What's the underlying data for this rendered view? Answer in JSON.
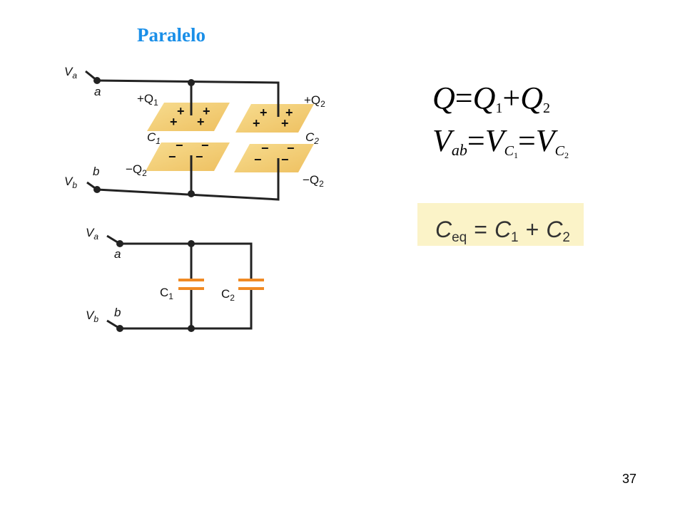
{
  "slide": {
    "title": "Paralelo",
    "page_number": "37"
  },
  "diagram": {
    "terminals": {
      "Va": {
        "symbol": "V",
        "sub": "a",
        "node": "a"
      },
      "Vb": {
        "symbol": "V",
        "sub": "b",
        "node": "b"
      }
    },
    "plates": {
      "C1": {
        "label": "C",
        "sub": "1",
        "top_charge": "+Q",
        "top_sub": "1",
        "bottom_charge": "−Q",
        "bottom_sub": "2"
      },
      "C2": {
        "label": "C",
        "sub": "2",
        "top_charge": "+Q",
        "top_sub": "2",
        "bottom_charge": "−Q",
        "bottom_sub": "2"
      }
    },
    "plus_sign": "+",
    "minus_sign": "−",
    "colors": {
      "plate": "#f3cf7a",
      "capacitor_symbol": "#f08a24",
      "wire": "#222222"
    }
  },
  "equations": {
    "q_line": {
      "lhs": "Q",
      "eq": "=",
      "t1": "Q",
      "t1_sub": "1",
      "plus": "+",
      "t2": "Q",
      "t2_sub": "2"
    },
    "v_line": {
      "lhs": "V",
      "lhs_sub": "ab",
      "eq1": "=",
      "t1": "V",
      "t1_sub": "C",
      "t1_subsub": "1",
      "eq2": "=",
      "t2": "V",
      "t2_sub": "C",
      "t2_subsub": "2"
    },
    "ceq_line": {
      "lhs": "C",
      "lhs_sub": "eq",
      "eq": "=",
      "t1": "C",
      "t1_sub": "1",
      "plus": "+",
      "t2": "C",
      "t2_sub": "2",
      "bg": "#fbf3c8"
    }
  }
}
